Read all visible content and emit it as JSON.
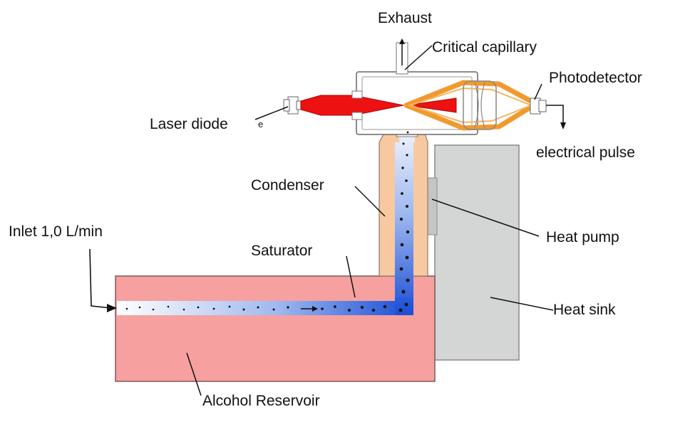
{
  "labels": {
    "exhaust": "Exhaust",
    "critical_capillary": "Critical capillary",
    "photodetector": "Photodetector",
    "laser_diode": "Laser diode",
    "laser_diode_mark": "e",
    "electrical_pulse": "electrical pulse",
    "condenser": "Condenser",
    "heat_pump": "Heat pump",
    "inlet": "Inlet 1,0 L/min",
    "saturator": "Saturator",
    "heat_sink": "Heat sink",
    "alcohol_reservoir": "Alcohol Reservoir"
  },
  "colors": {
    "reservoir_fill": "#f7a0a0",
    "heat_sink_fill": "#d4d5d5",
    "condenser_fill": "#f8c9a0",
    "laser_beam": "#ee1111",
    "scatter_optics": "#f2992e",
    "flow_gradient_start": "#ffffff",
    "flow_gradient_end": "#1a4fd6",
    "outline": "#555555",
    "leader_line": "#111111"
  }
}
